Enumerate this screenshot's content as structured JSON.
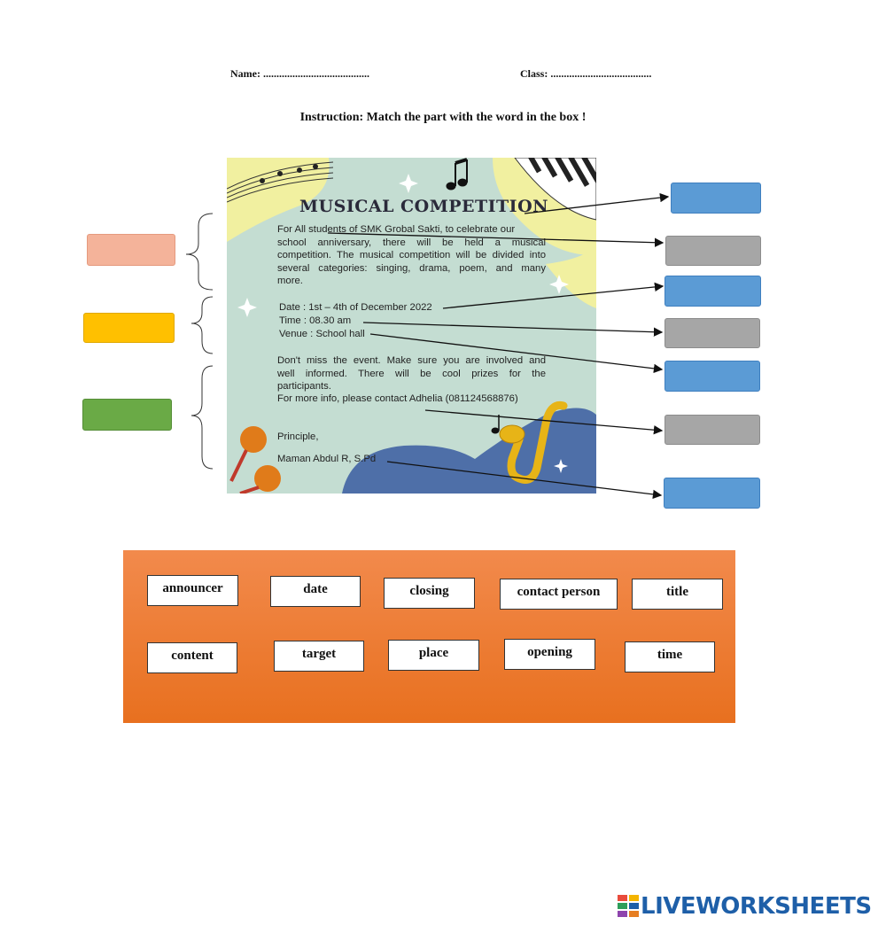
{
  "header": {
    "name_label": "Name: ........................................",
    "class_label": "Class: ......................................"
  },
  "instruction": "Instruction: Match the part with the word in the box !",
  "poster": {
    "title": "MUSICAL COMPETITION",
    "intro_lines": [
      "For All  students of SMK Grobal Sakti, to celebrate our",
      "school anniversary, there will be held a musical",
      "competition. The musical competition will be divided into",
      "several categories: singing, drama, poem, and many",
      "more."
    ],
    "date": "Date : 1st – 4th of December 2022",
    "time": "Time : 08.30 am",
    "venue": "Venue : School hall",
    "closing_lines": [
      "Don't miss the event. Make sure you are involved and",
      "well informed. There will be cool prizes for the",
      "participants."
    ],
    "contact": "For more info, please contact Adhelia (081124568876)",
    "signoff": "Principle,",
    "signature": "Maman Abdul R, S.Pd"
  },
  "colors": {
    "left_box_1": "#f4b39a",
    "left_box_2": "#ffc000",
    "left_box_3": "#6aaa46",
    "blue_box": "#5b9bd5",
    "grey_box": "#a6a6a6",
    "bank_background": "#ec7a2c"
  },
  "word_bank": {
    "row1": [
      "announcer",
      "date",
      "closing",
      "contact person",
      "title"
    ],
    "row2": [
      "content",
      "target",
      "place",
      "opening",
      "time"
    ]
  },
  "logo": {
    "text": "LIVEWORKSHEETS"
  }
}
